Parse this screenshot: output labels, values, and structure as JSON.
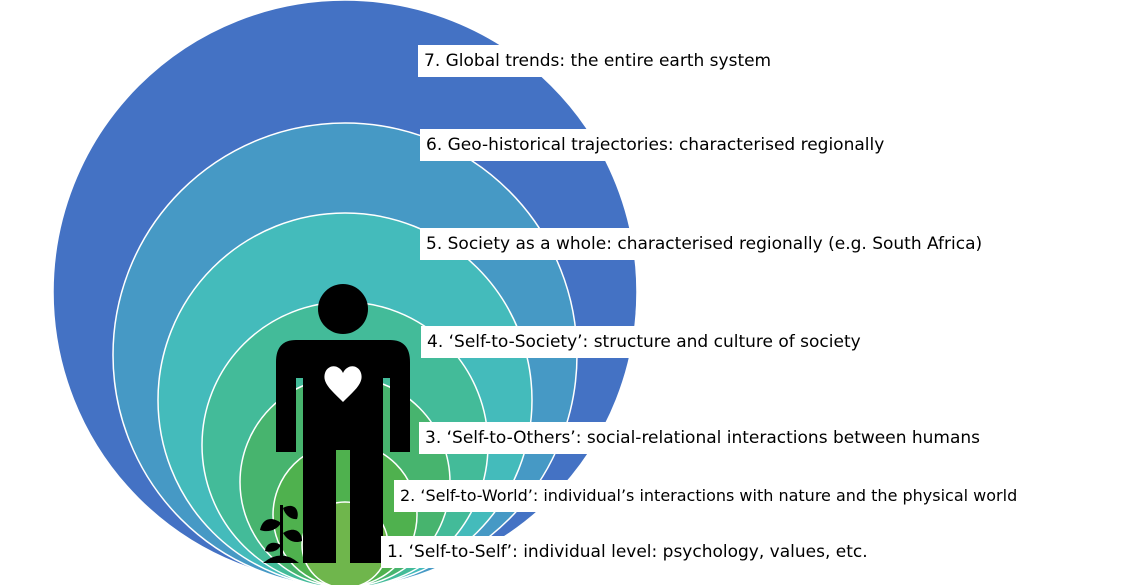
{
  "levels": [
    {
      "label": "1. ‘Self-to-Self’: individual level: psychology, values, etc.",
      "color": "#6FB64C"
    },
    {
      "label": "2. ‘Self-to-World’: individual’s interactions with nature and the physical world",
      "color": "#4FB14E"
    },
    {
      "label": "3. ‘Self-to-Others’: social-relational interactions between humans",
      "color": "#47B46E"
    },
    {
      "label": "4. ‘Self-to-Society’: structure and culture of society",
      "color": "#43BB99"
    },
    {
      "label": "5. Society as a whole: characterised regionally (e.g. South Africa)",
      "color": "#44BBBB"
    },
    {
      "label": "6. Geo-historical trajectories: characterised regionally",
      "color": "#4699C5"
    },
    {
      "label": "7. Global trends: the entire earth system",
      "color": "#4472C4"
    }
  ],
  "icons": {
    "person": "person-icon",
    "heart": "heart-icon",
    "plant": "seedling-icon"
  }
}
